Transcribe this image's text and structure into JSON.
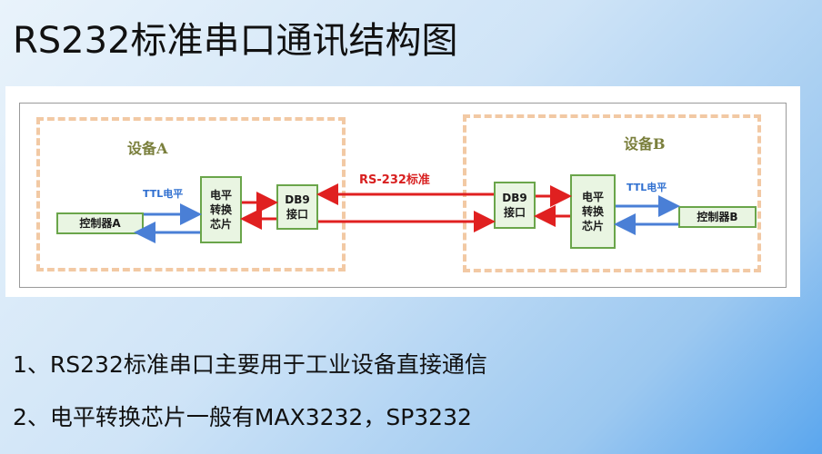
{
  "title": "RS232标准串口通讯结构图",
  "diagram": {
    "device_a": {
      "label": "设备A",
      "controller": "控制器A",
      "converter": "电平\n转换\n芯片",
      "port": "DB9\n接口",
      "ttl_label": "TTL电平"
    },
    "device_b": {
      "label": "设备B",
      "controller": "控制器B",
      "converter": "电平\n转换\n芯片",
      "port": "DB9\n接口",
      "ttl_label": "TTL电平"
    },
    "link_label": "RS-232标准",
    "colors": {
      "red_arrow": "#e02020",
      "blue_arrow": "#4a7fd6",
      "dashed_border": "#f2c9a4",
      "box_fill": "#e9f5e2",
      "box_border": "#6aa54a"
    }
  },
  "notes": [
    "1、RS232标准串口主要用于工业设备直接通信",
    "2、电平转换芯片一般有MAX3232，SP3232"
  ]
}
